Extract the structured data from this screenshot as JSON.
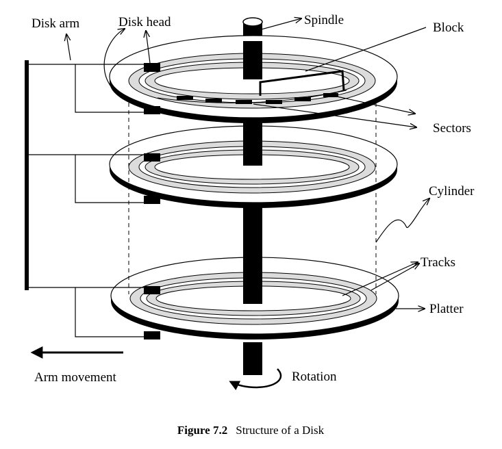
{
  "labels": {
    "disk_arm": "Disk arm",
    "disk_head": "Disk head",
    "spindle": "Spindle",
    "block": "Block",
    "sectors": "Sectors",
    "cylinder": "Cylinder",
    "tracks": "Tracks",
    "platter": "Platter",
    "arm_movement": "Arm movement",
    "rotation": "Rotation"
  },
  "caption": {
    "number": "Figure 7.2",
    "title": "Structure of a Disk"
  }
}
